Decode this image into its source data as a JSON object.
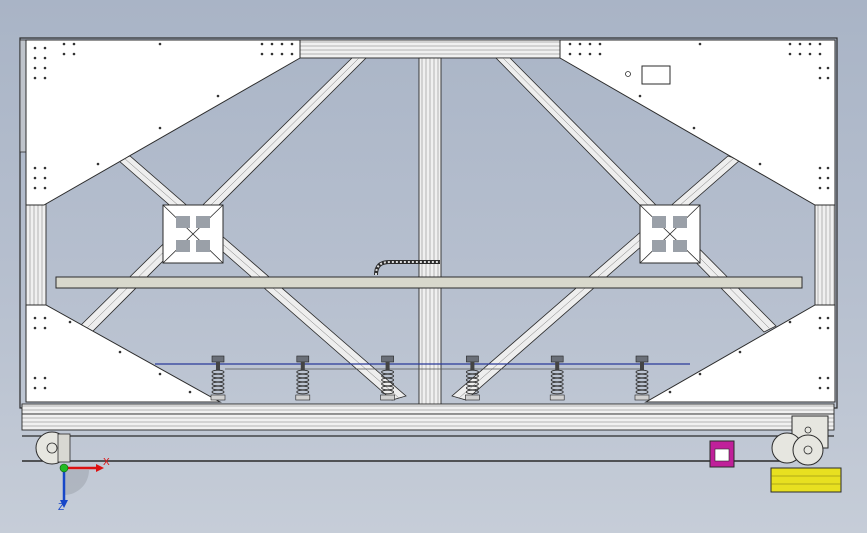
{
  "viewport": {
    "background_top": "#a9b4c6",
    "background_bottom": "#c6cdd8",
    "colors": {
      "frame": "#ffffff",
      "outline": "#2b2b2b",
      "rail": "#e8e8e8",
      "crossbar": "#d8d8cc",
      "wire": "#2a3a9a",
      "magenta_part": "#c0209a",
      "yellow_roll": "#e8e020"
    }
  },
  "triad": {
    "x_label": "X",
    "z_label": "Z",
    "x_color": "#dd1111",
    "z_color": "#1747c8",
    "origin_color": "#22bb22"
  },
  "springs": {
    "count": 6
  }
}
